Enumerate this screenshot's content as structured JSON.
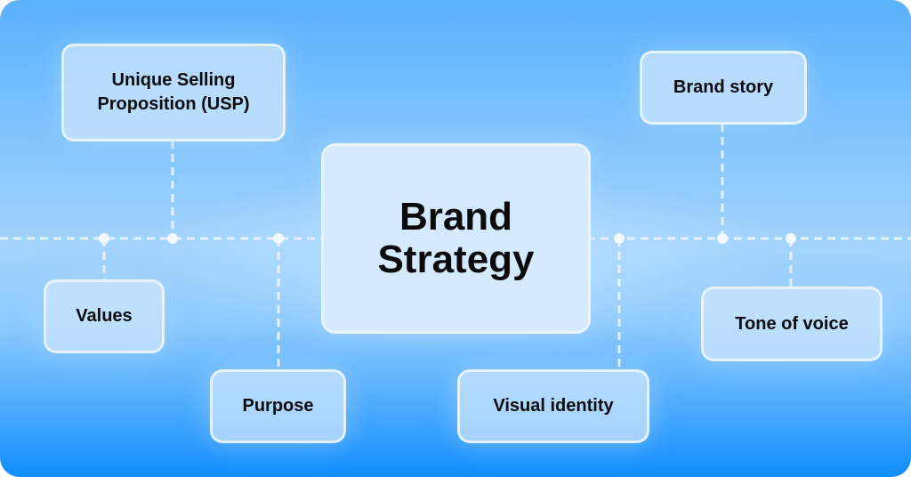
{
  "title": "Brand Strategy",
  "nodes": {
    "usp": "Unique Selling Proposition (USP)",
    "brand_story": "Brand story",
    "values": "Values",
    "purpose": "Purpose",
    "visual_identity": "Visual identity",
    "tone_of_voice": "Tone of voice"
  },
  "colors": {
    "line": "#eef6ff",
    "text": "#0b0b0b",
    "bg_bottom": "#108dff",
    "bg_top": "#5ab1fd"
  }
}
